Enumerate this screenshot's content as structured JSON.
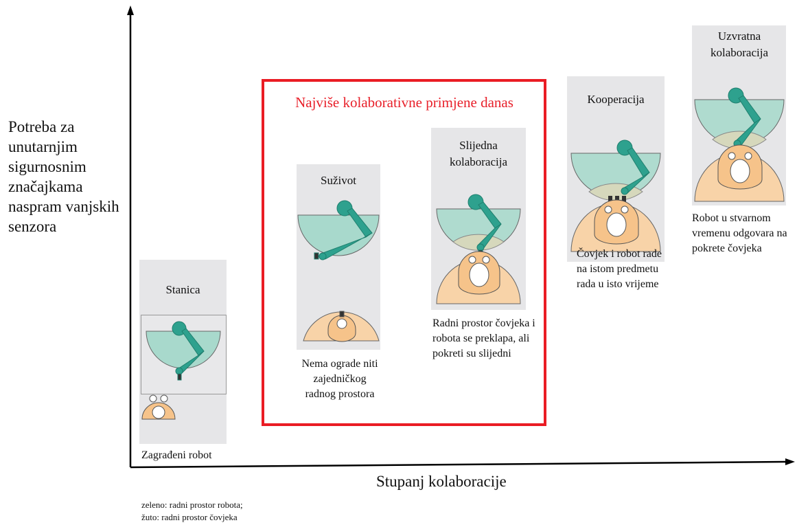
{
  "axes": {
    "y_label": "Potreba za unutarnjim sigurnosnim značajkama naspram vanjskih senzora",
    "x_label": "Stupanj kolaboracije"
  },
  "highlight": {
    "title": "Najviše kolaborativne primjene danas"
  },
  "panels": [
    {
      "title": "Stanica",
      "caption": "Zagrađeni robot"
    },
    {
      "title": "Suživot",
      "caption": "Nema ograde niti zajedničkog radnog prostora"
    },
    {
      "title": "Slijedna kolaboracija",
      "caption": "Radni prostor čovjeka i robota se preklapa, ali pokreti su slijedni"
    },
    {
      "title": "Kooperacija",
      "caption": "Čovjek i robot rade na istom predmetu rada u isto vrijeme"
    },
    {
      "title": "Uzvratna kolaboracija",
      "caption": "Robot u stvarnom vremenu odgovara na pokrete čovjeka"
    }
  ],
  "legend": {
    "green": "zeleno: radni prostor robota;",
    "yellow": "žuto: radni prostor čovjeka"
  },
  "colors": {
    "robot_zone": "#a8d9cc",
    "human_zone": "#f8d3a8",
    "robot_arm": "#2ea18e",
    "panel_bg": "#e6e6e8",
    "highlight_border": "#ea1c24"
  }
}
